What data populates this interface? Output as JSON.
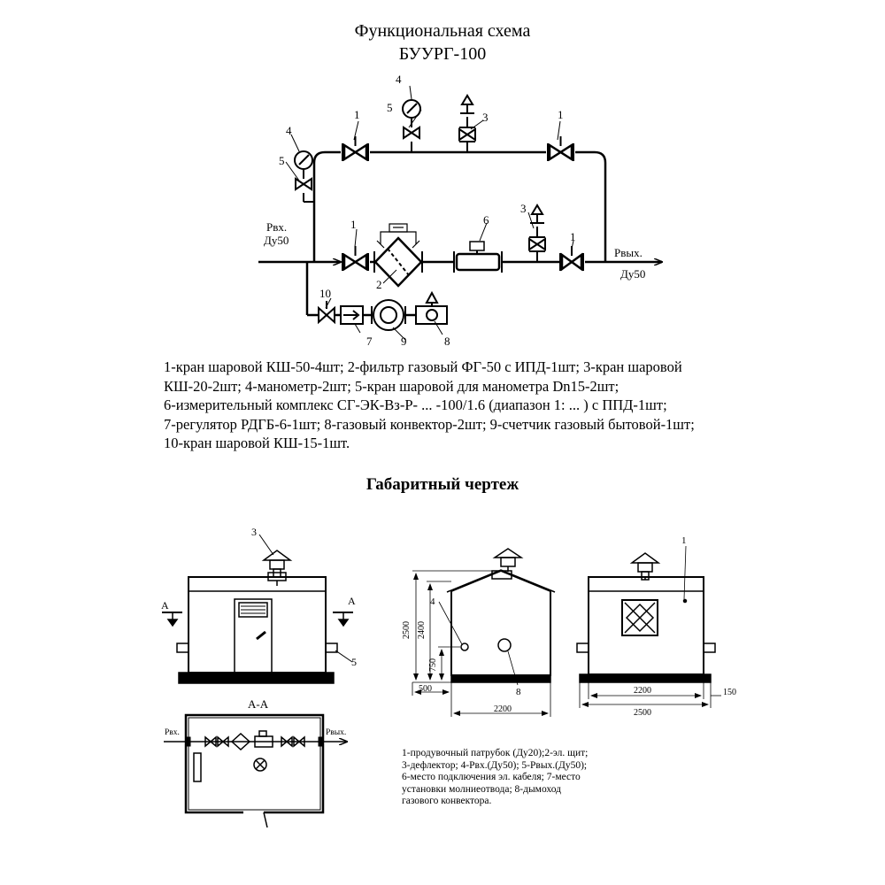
{
  "header": {
    "title_line1": "Функциональная схема",
    "title_line2": "БУУРГ-100"
  },
  "scheme": {
    "inlet_label": "Pвх.",
    "inlet_dn": "Ду50",
    "outlet_label": "Pвых.",
    "outlet_dn": "Ду50",
    "numbers": {
      "n1": "1",
      "n2": "2",
      "n3": "3",
      "n4": "4",
      "n5": "5",
      "n6": "6",
      "n7": "7",
      "n8": "8",
      "n9": "9",
      "n10": "10"
    }
  },
  "legend": [
    "1-кран шаровой КШ-50-4шт; 2-фильтр газовый ФГ-50 с ИПД-1шт; 3-кран шаровой",
    "КШ-20-2шт; 4-манометр-2шт; 5-кран шаровой для манометра Dn15-2шт;",
    "6-измерительный комплекс СГ-ЭК-Вз-Р- ... -100/1.6 (диапазон 1: ... ) с ППД-1шт;",
    "7-регулятор РДГБ-6-1шт; 8-газовый конвектор-2шт; 9-счетчик газовый бытовой-1шт;",
    "10-кран шаровой КШ-15-1шт."
  ],
  "dimensional": {
    "heading": "Габаритный чертеж",
    "section_label": "А-А",
    "section_mark": "А",
    "section_inlet": "Pвх.",
    "section_outlet": "Pвых.",
    "dims": {
      "h2500": "2500",
      "h2400": "2400",
      "h750": "750",
      "w500": "500",
      "w2200_side": "2200",
      "w2200_back": "2200",
      "w2500_back": "2500",
      "w150": "150"
    },
    "callouts": {
      "front_3": "3",
      "front_5": "5",
      "side_4": "4",
      "side_8": "8",
      "back_1": "1"
    },
    "notes": [
      "1-продувочный патрубок (Ду20);2-эл. щит;",
      "3-дефлектор; 4-Pвх.(Ду50); 5-Pвых.(Ду50);",
      "6-место подключения эл. кабеля; 7-место",
      "установки молниеотвода; 8-дымоход",
      "газового конвектора."
    ]
  }
}
